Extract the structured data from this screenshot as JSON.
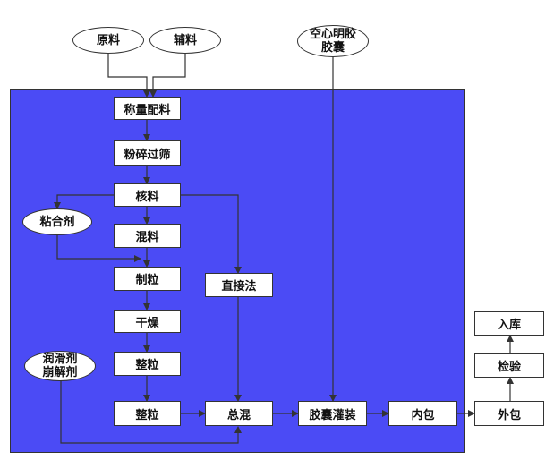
{
  "nodes": {
    "yuanliao": "原料",
    "fuliao": "辅料",
    "kongxin_line1": "空心明胶",
    "kongxin_line2": "胶囊",
    "chengliang": "称量配料",
    "fensui": "粉碎过筛",
    "heliao": "核料",
    "nianhe": "粘合剂",
    "hunliao": "混料",
    "zhili": "制粒",
    "ganzao": "干燥",
    "zhengli1": "整粒",
    "zhengli2": "整粒",
    "zhijiefa": "直接法",
    "runhua_line1": "润滑剂",
    "runhua_line2": "崩解剂",
    "zonghun": "总混",
    "jiaonang_guanzhuang": "胶囊灌装",
    "neibao": "内包",
    "waibao": "外包",
    "jianyan": "检验",
    "ruku": "入库"
  },
  "colors": {
    "region_fill": "#4b4bf5",
    "box_fill": "#ffffff",
    "stroke": "#333333"
  }
}
